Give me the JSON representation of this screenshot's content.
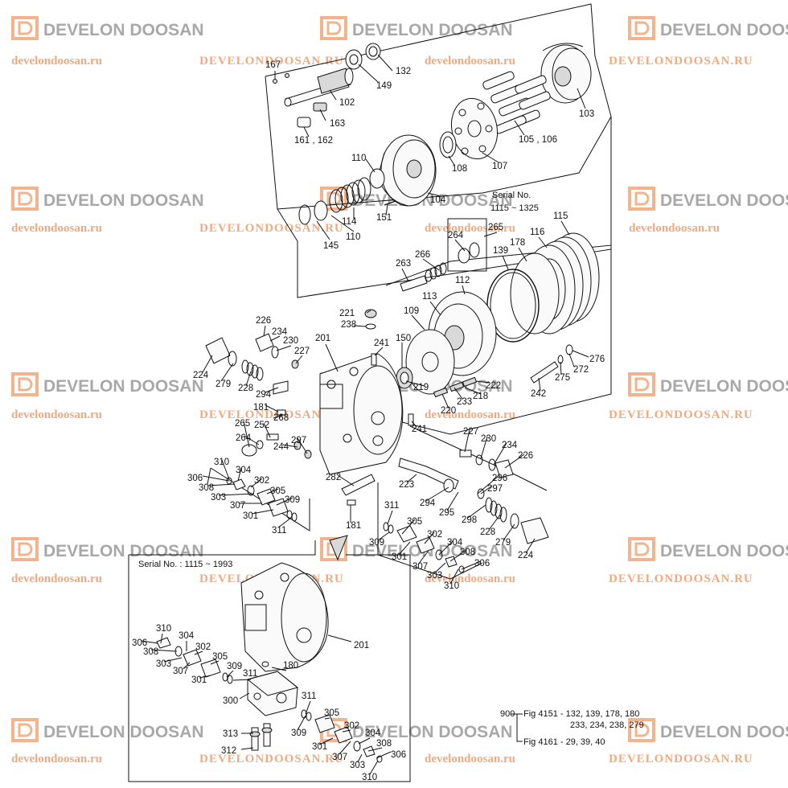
{
  "watermark": {
    "logo_text": "DEVELON DOOSAN",
    "url_lower": "develondoosan.ru",
    "url_upper": "DEVELONDOOSAN.RU"
  },
  "notes": {
    "serial_top_line1": "Serial No.",
    "serial_top_line2": "1115 ~ 1325",
    "serial_inset": "Serial No. : 1115 ~ 1993",
    "ref_code": "900",
    "ref_line1": "Fig 4151 - 132, 139, 178, 180",
    "ref_line2": "233, 234, 238, 279",
    "ref_line3": "Fig 4161 - 29, 39, 40"
  },
  "labels": [
    "167",
    "132",
    "149",
    "102",
    "163",
    "161 , 162",
    "110",
    "108",
    "107",
    "103",
    "105 , 106",
    "104",
    "151",
    "114",
    "110",
    "145",
    "265",
    "264",
    "266",
    "263",
    "139",
    "178",
    "116",
    "115",
    "112",
    "113",
    "109",
    "150",
    "221",
    "238",
    "241",
    "226",
    "234",
    "230",
    "227",
    "201",
    "224",
    "279",
    "228",
    "294",
    "276",
    "272",
    "275",
    "242",
    "222",
    "218",
    "219",
    "233",
    "220",
    "181",
    "268",
    "252",
    "265",
    "264",
    "244",
    "297",
    "241",
    "227",
    "230",
    "234",
    "226",
    "310",
    "306",
    "304",
    "308",
    "302",
    "303",
    "305",
    "309",
    "307",
    "301",
    "311",
    "282",
    "223",
    "296",
    "294",
    "297",
    "295",
    "298",
    "228",
    "279",
    "224",
    "181",
    "311",
    "305",
    "309",
    "302",
    "304",
    "308",
    "301",
    "307",
    "306",
    "303",
    "310",
    "201",
    "310",
    "306",
    "304",
    "308",
    "302",
    "303",
    "305",
    "307",
    "309",
    "301",
    "311",
    "180",
    "300",
    "311",
    "305",
    "309",
    "302",
    "313",
    "304",
    "308",
    "312",
    "301",
    "307",
    "306",
    "303",
    "310"
  ],
  "colors": {
    "line": "#111111",
    "watermark_gray": "#9a9a9a",
    "watermark_orange": "#f0a070"
  }
}
